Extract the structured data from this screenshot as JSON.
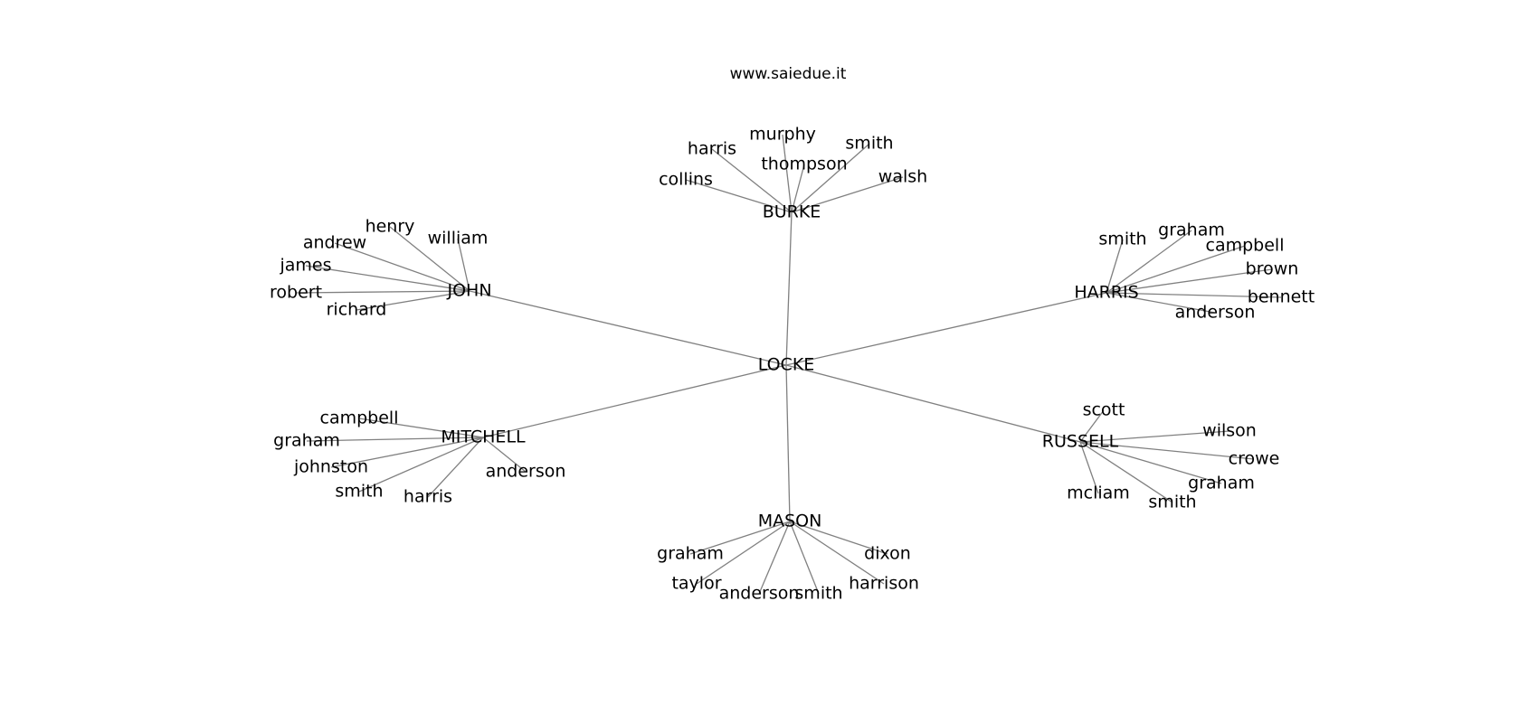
{
  "title": "www.saiedue.it",
  "edge_color": "#808080",
  "text_color": "#000000",
  "root": "LOCKE",
  "groups": [
    {
      "name": "BURKE",
      "children": [
        "collins",
        "harris",
        "murphy",
        "thompson",
        "smith",
        "walsh"
      ]
    },
    {
      "name": "JOHN",
      "children": [
        "henry",
        "william",
        "andrew",
        "james",
        "robert",
        "richard"
      ]
    },
    {
      "name": "HARRIS",
      "children": [
        "smith",
        "graham",
        "campbell",
        "brown",
        "bennett",
        "anderson"
      ]
    },
    {
      "name": "MITCHELL",
      "children": [
        "campbell",
        "graham",
        "johnston",
        "smith",
        "harris",
        "anderson"
      ]
    },
    {
      "name": "RUSSELL",
      "children": [
        "scott",
        "wilson",
        "crowe",
        "graham",
        "smith",
        "mcliam"
      ]
    },
    {
      "name": "MASON",
      "children": [
        "graham",
        "dixon",
        "taylor",
        "anderson",
        "smith",
        "harrison"
      ]
    }
  ]
}
